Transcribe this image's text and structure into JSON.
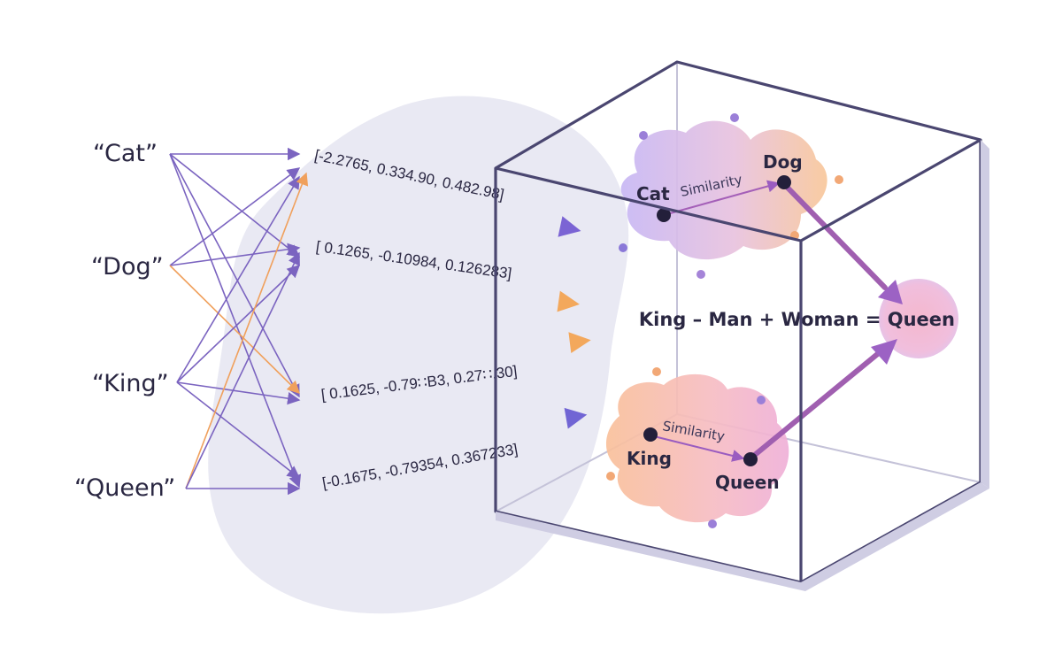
{
  "words": [
    "“Cat”",
    "“Dog”",
    "“King”",
    "“Queen”"
  ],
  "vectors": [
    "[-2.2765, 0.334.90, 0.482.98]",
    "[ 0.1265, -0.10984, 0.126283]",
    "[ 0.1625, -0.79∷B3, 0.27∷.30]",
    "[-0.1675, -0.79354, 0.367233]"
  ],
  "clusters": {
    "top": {
      "a": "Cat",
      "b": "Dog",
      "relation": "Similarity"
    },
    "bottom": {
      "a": "King",
      "b": "Queen",
      "relation": "Similarity"
    }
  },
  "equation": "King – Man + Woman = Queen",
  "colors": {
    "purple": "#8a63d2",
    "orange": "#f3a95e",
    "pink": "#cf6aa6",
    "ink": "#2a2742",
    "cube": "#4a4670"
  }
}
